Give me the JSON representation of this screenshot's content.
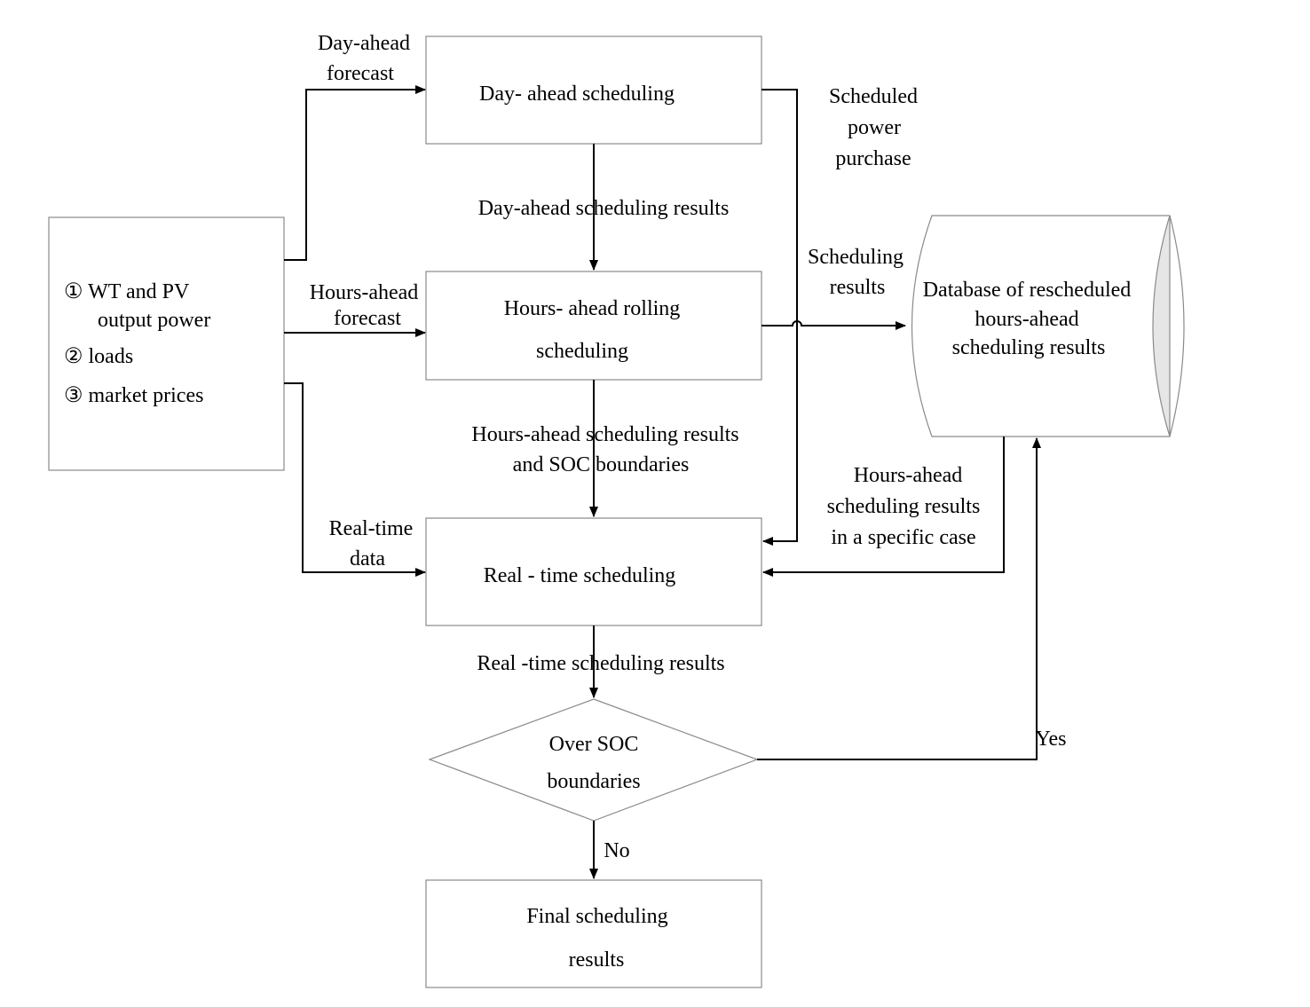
{
  "inputs": {
    "line1": "①  WT and PV",
    "line2": "output power",
    "line3": "②  loads",
    "line4": "③  market prices"
  },
  "day_ahead": {
    "label": "Day- ahead scheduling",
    "input_label_1": "Day-ahead",
    "input_label_2": "forecast",
    "results_label": "Day-ahead scheduling results"
  },
  "hours_ahead": {
    "label_1": "Hours- ahead rolling",
    "label_2": "scheduling",
    "input_label_1": "Hours-ahead",
    "input_label_2": "forecast",
    "results_label_1": "Hours-ahead scheduling results",
    "results_label_2": "and SOC boundaries"
  },
  "real_time": {
    "label": "Real - time scheduling",
    "input_label_1": "Real-time",
    "input_label_2": "data",
    "results_label": "Real -time scheduling results"
  },
  "scheduled_purchase": {
    "line1": "Scheduled",
    "line2": "power",
    "line3": "purchase"
  },
  "scheduling_results": {
    "line1": "Scheduling",
    "line2": "results"
  },
  "database": {
    "line1": "Database of rescheduled",
    "line2": "hours-ahead",
    "line3": "scheduling results"
  },
  "specific_case": {
    "line1": "Hours-ahead",
    "line2": "scheduling results",
    "line3": "in a specific case"
  },
  "decision": {
    "line1": "Over SOC",
    "line2": "boundaries",
    "yes_label": "Yes",
    "no_label": "No"
  },
  "final": {
    "line1": "Final scheduling",
    "line2": "results"
  }
}
